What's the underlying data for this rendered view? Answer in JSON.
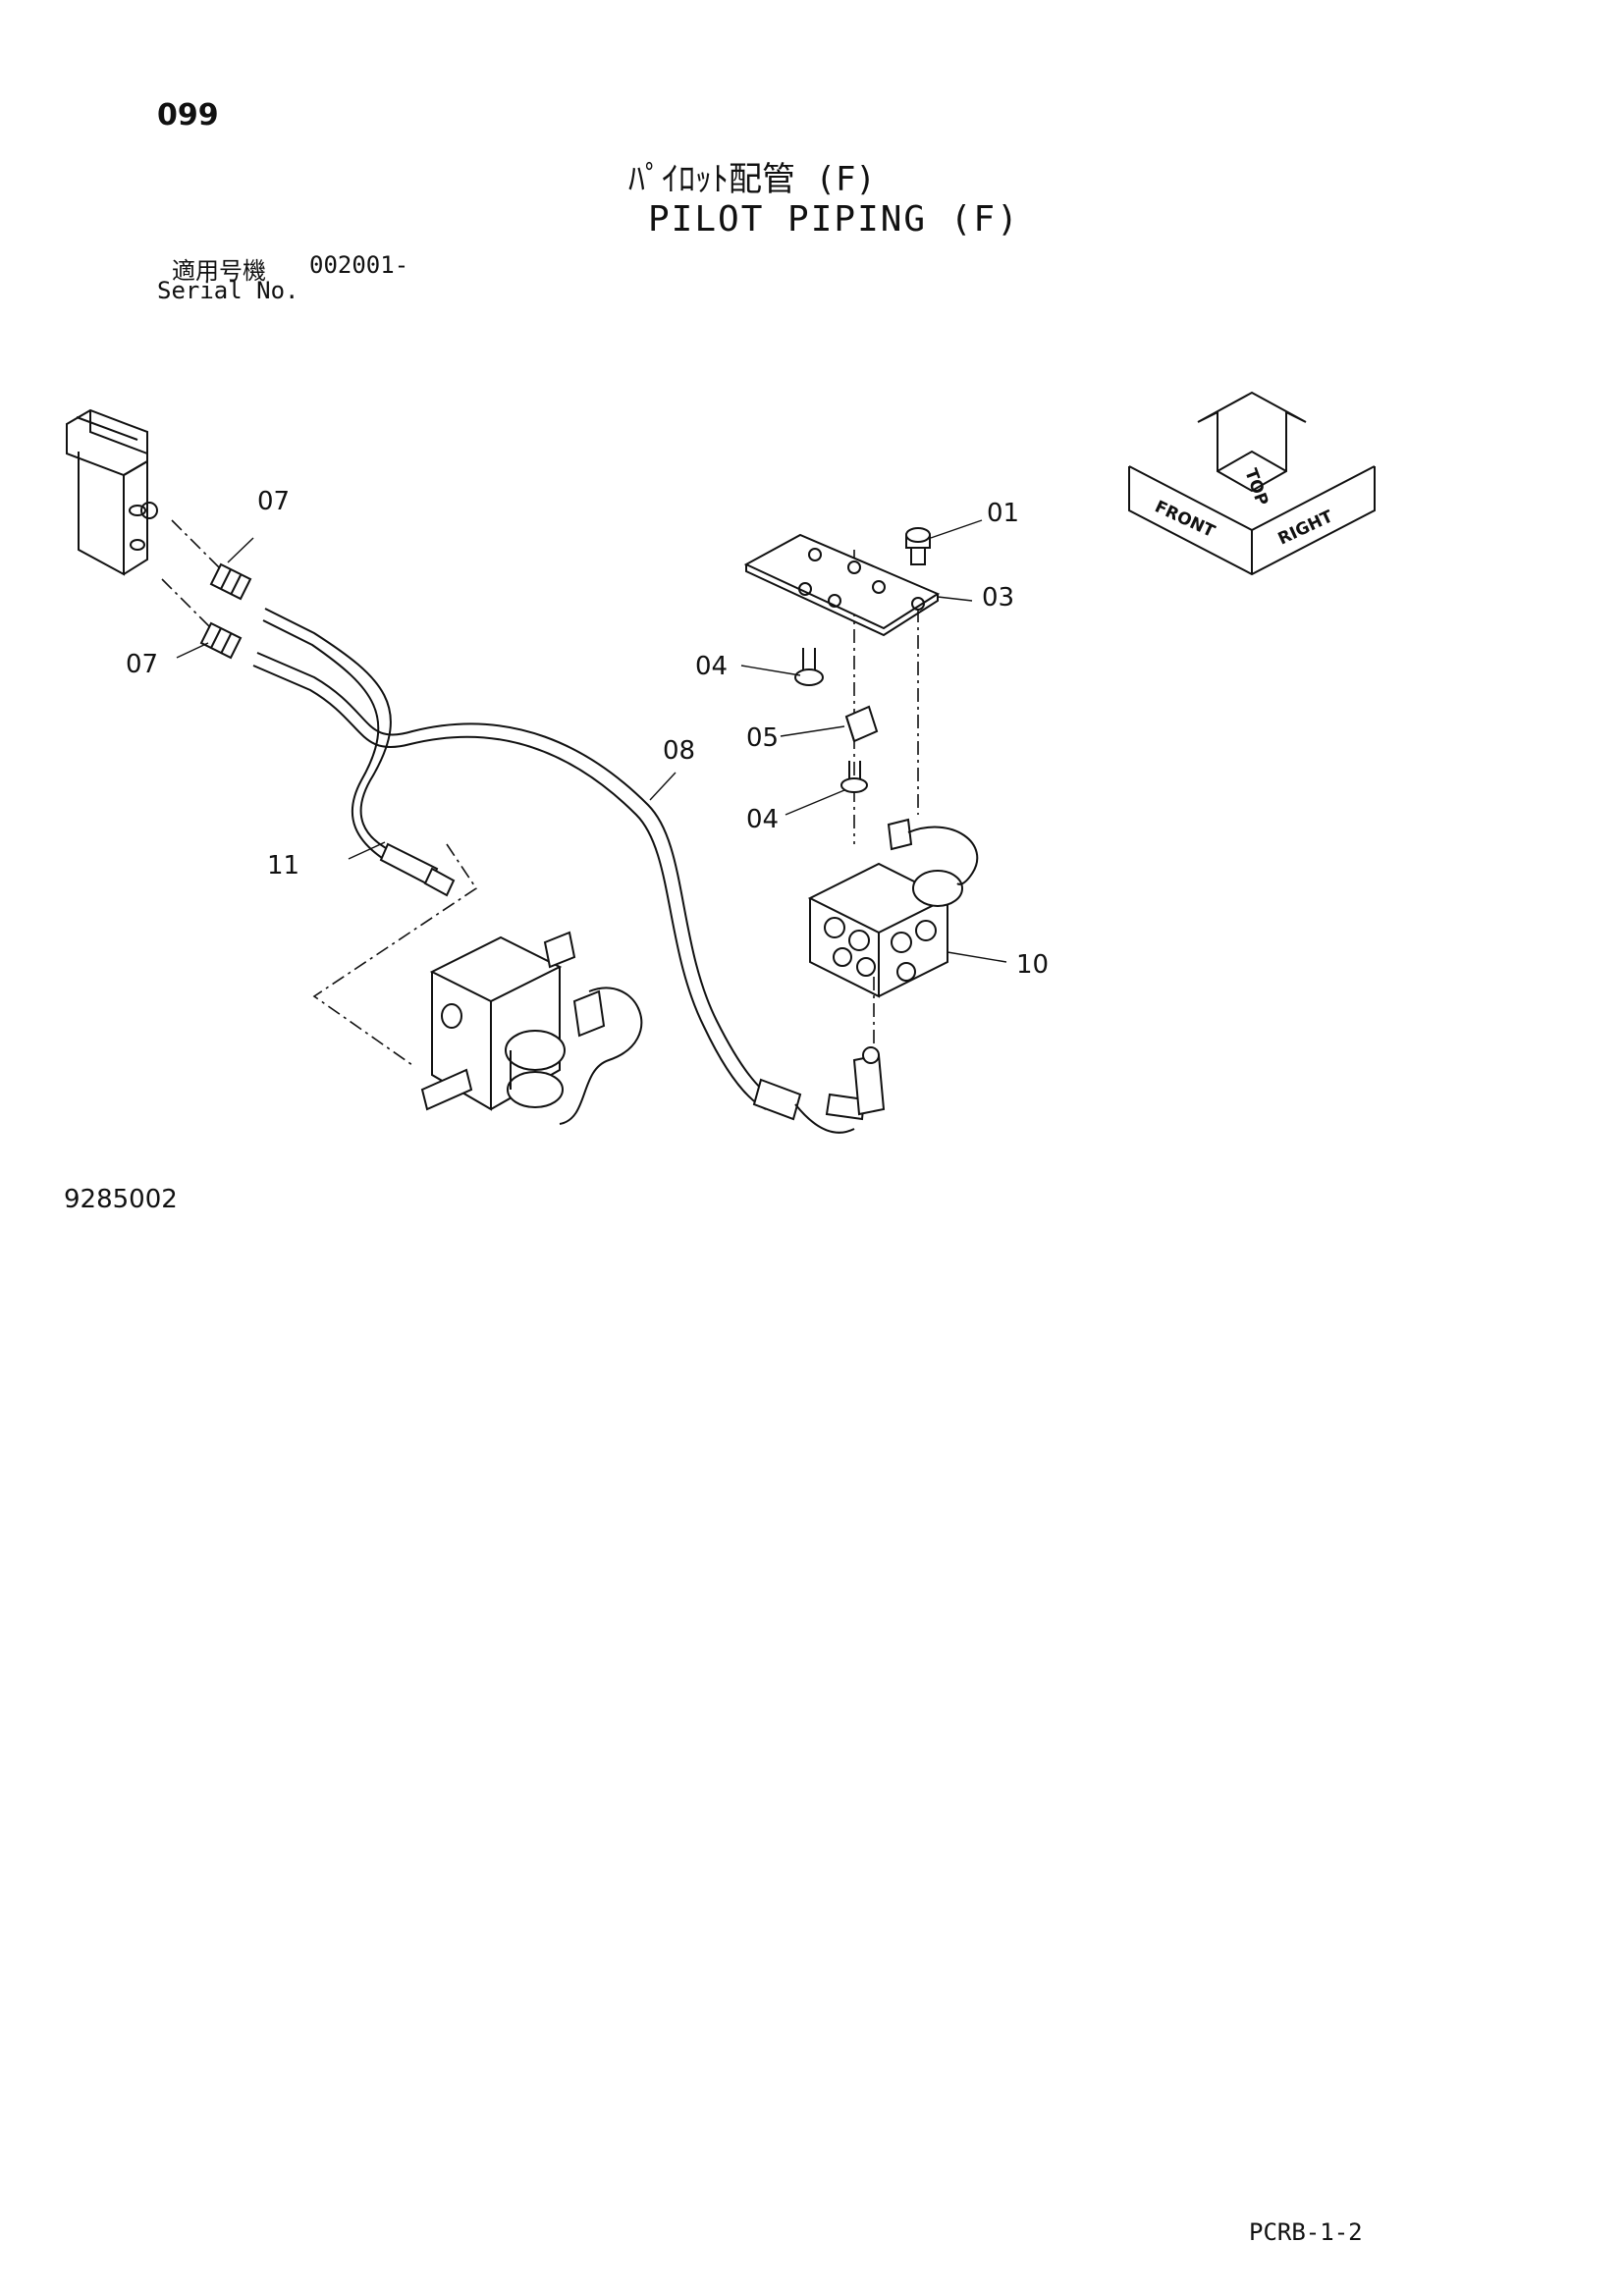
{
  "header": {
    "page_number": "099",
    "title_ja": "ﾊﾟｲﾛｯﾄ配管 (F)",
    "title_en": "PILOT PIPING (F)",
    "serial_label_ja": "適用号機",
    "serial_label_en": "Serial No.",
    "serial_value": "002001-"
  },
  "part_refs": [
    "07",
    "07",
    "11",
    "08",
    "01",
    "03",
    "04",
    "05",
    "04",
    "10"
  ],
  "orientation": {
    "top": "TOP",
    "front": "FRONT",
    "right": "RIGHT"
  },
  "footer": {
    "drawing_number": "9285002",
    "page_code": "PCRB-1-2"
  }
}
